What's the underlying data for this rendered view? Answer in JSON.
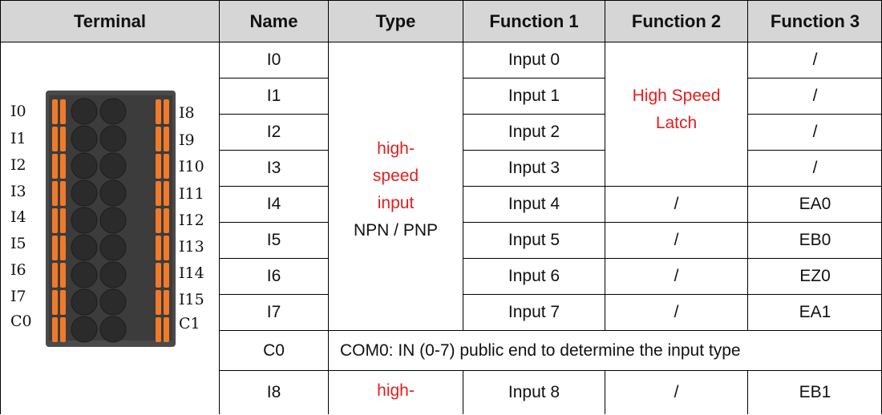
{
  "header": {
    "terminal": "Terminal",
    "name": "Name",
    "type": "Type",
    "function1": "Function 1",
    "function2": "Function 2",
    "function3": "Function 3"
  },
  "rows": [
    {
      "name": "I0",
      "function1": "Input 0",
      "function3": "/"
    },
    {
      "name": "I1",
      "function1": "Input 1",
      "function3": "/"
    },
    {
      "name": "I2",
      "function1": "Input 2",
      "function3": "/"
    },
    {
      "name": "I3",
      "function1": "Input 3",
      "function3": "/"
    },
    {
      "name": "I4",
      "function1": "Input 4",
      "function2": "/",
      "function3": "EA0"
    },
    {
      "name": "I5",
      "function1": "Input 5",
      "function2": "/",
      "function3": "EB0"
    },
    {
      "name": "I6",
      "function1": "Input 6",
      "function2": "/",
      "function3": "EZ0"
    },
    {
      "name": "I7",
      "function1": "Input 7",
      "function2": "/",
      "function3": "EA1"
    },
    {
      "name": "C0",
      "description": "COM0: IN (0-7) public end to determine the input type"
    },
    {
      "name": "I8",
      "type_partial": "high-",
      "function1": "Input 8",
      "function2": "/",
      "function3": "EB1"
    }
  ],
  "type_group": {
    "line1": "high-",
    "line2": "speed",
    "line3": "input",
    "line4": "NPN / PNP"
  },
  "latch_group": {
    "line1": "High Speed",
    "line2": "Latch"
  },
  "terminal_labels": {
    "left": [
      "I0",
      "I1",
      "I2",
      "I3",
      "I4",
      "I5",
      "I6",
      "I7",
      "C0"
    ],
    "right": [
      "I8",
      "I9",
      "I10",
      "I11",
      "I12",
      "I13",
      "I14",
      "I15",
      "C1"
    ]
  },
  "colors": {
    "header_bg": "#d6d6d6",
    "highlight_red": "#e41d1d",
    "terminal_body": "#4a4a4a",
    "terminal_orange": "#f07a2a"
  }
}
